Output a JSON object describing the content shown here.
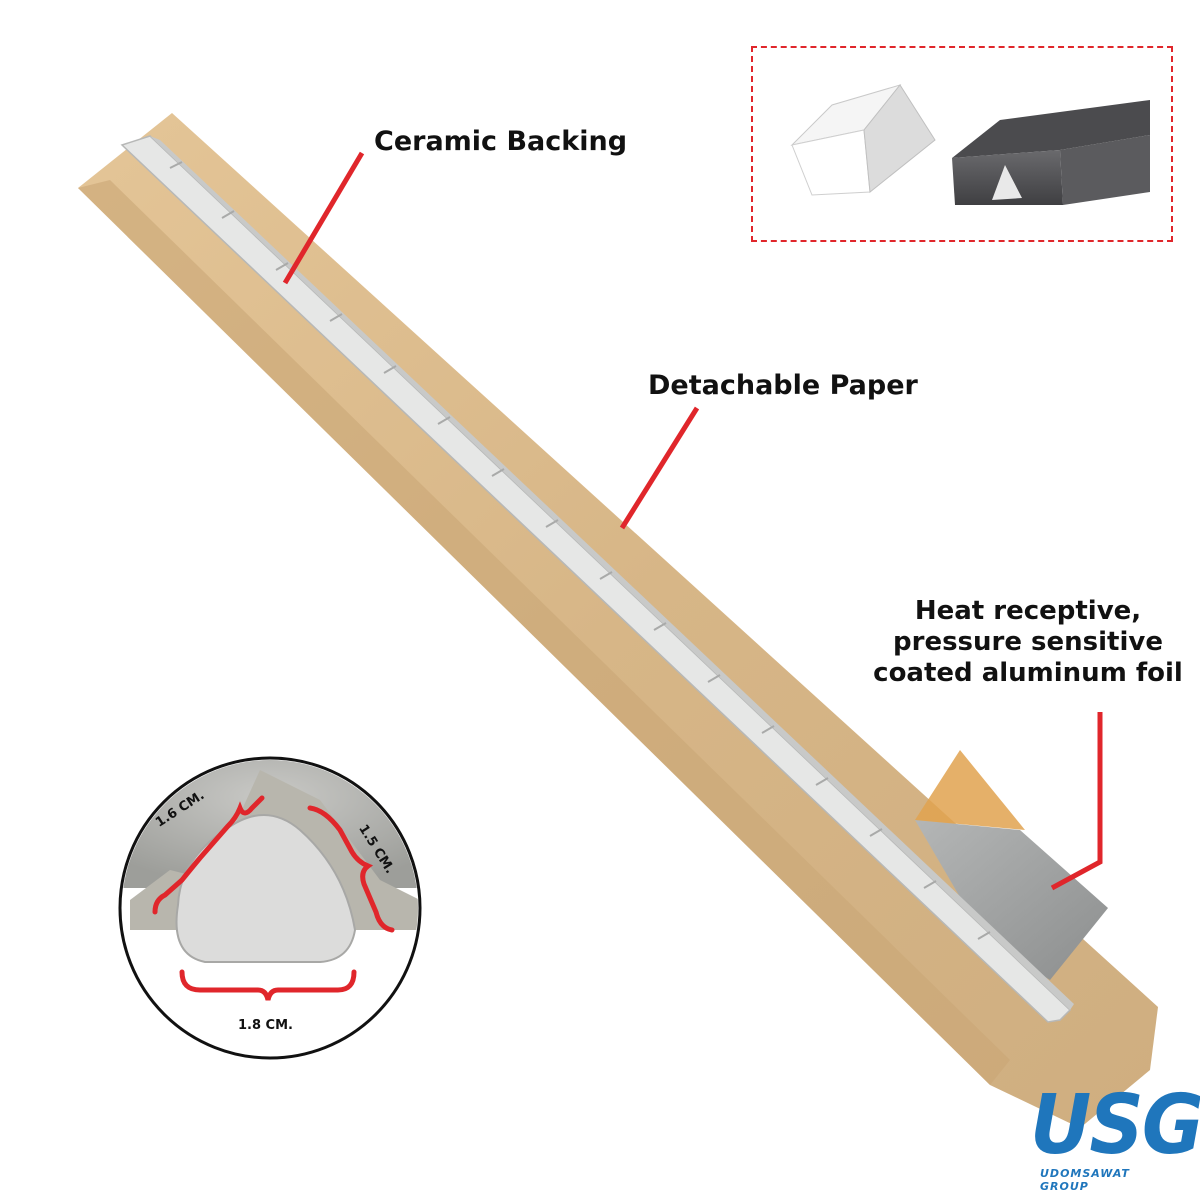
{
  "labels": {
    "ceramic_backing": "Ceramic Backing",
    "detachable_paper": "Detachable Paper",
    "foil_line1": "Heat receptive,",
    "foil_line2": "pressure sensitive",
    "foil_line3": "coated aluminum foil"
  },
  "dimensions": {
    "left_side": "1.6 CM.",
    "right_side": "1.5 CM.",
    "base": "1.8 CM."
  },
  "logo": {
    "mark": "USG",
    "subtitle": "UDOMSAWAT GROUP"
  },
  "colors": {
    "callout_red": "#e0262b",
    "paper_tan": "#d9b98c",
    "ceramic_white": "#e6e7e6",
    "foil_gray": "#9a9c9c",
    "logo_blue": "#1f76bc"
  }
}
